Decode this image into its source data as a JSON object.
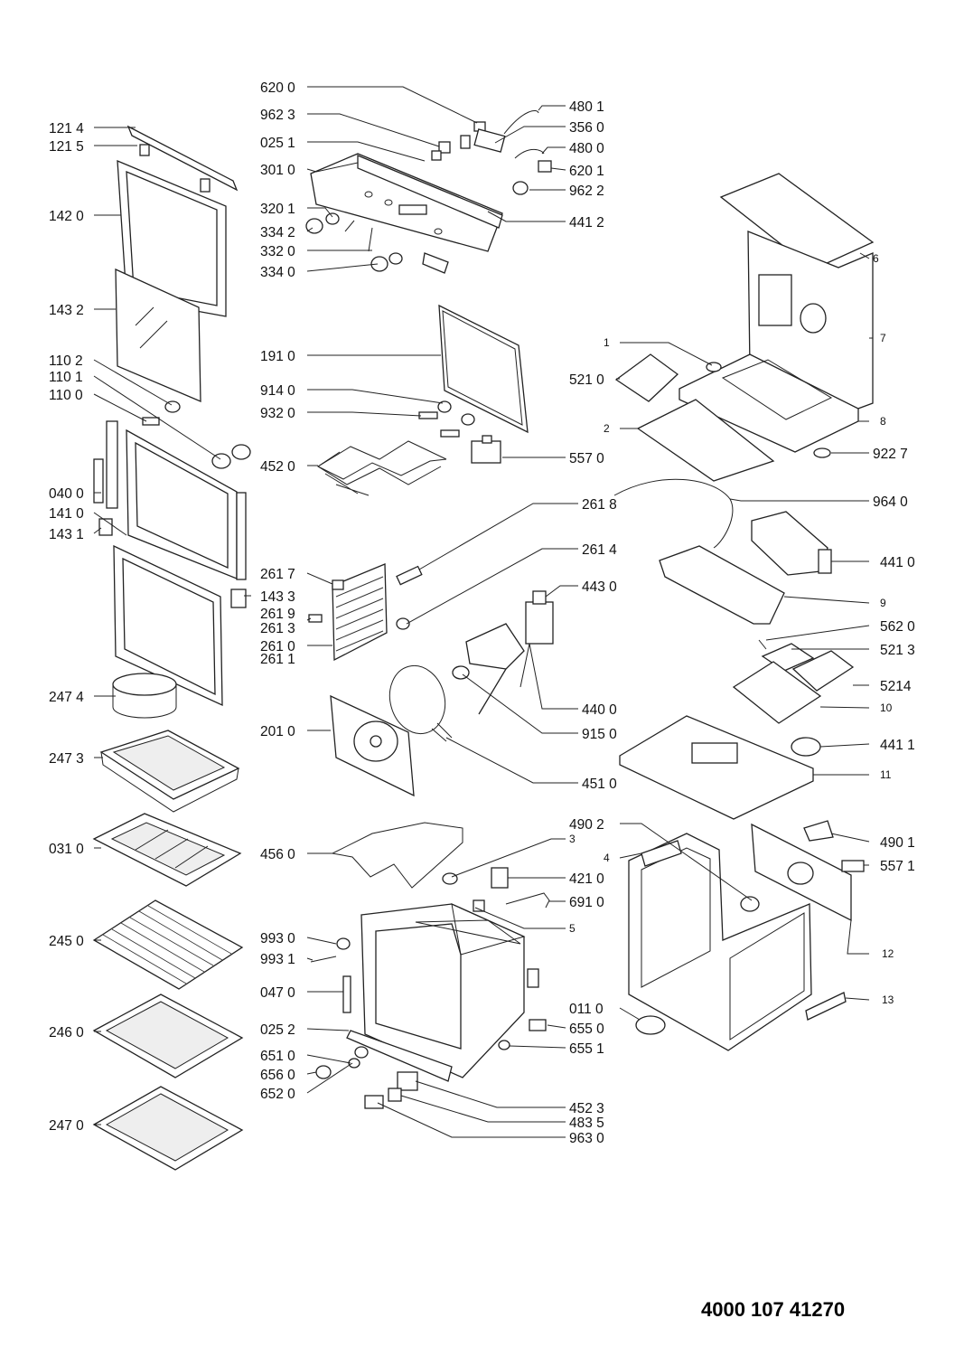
{
  "document_number": "4000 107 41270",
  "callouts": {
    "c1214": "121 4",
    "c1215": "121 5",
    "c1420": "142 0",
    "c1432": "143 2",
    "c1102": "110 2",
    "c1101": "110 1",
    "c1100": "110 0",
    "c0400": "040 0",
    "c1410": "141 0",
    "c1431": "143 1",
    "c2474": "247 4",
    "c2473": "247 3",
    "c0310": "031 0",
    "c2450": "245 0",
    "c2460": "246 0",
    "c2470": "247 0",
    "c6200": "620 0",
    "c9623": "962 3",
    "c0251": "025 1",
    "c3010": "301 0",
    "c3201": "320 1",
    "c3342": "334 2",
    "c3320": "332 0",
    "c3340": "334 0",
    "c4801": "480 1",
    "c3560": "356 0",
    "c4800": "480 0",
    "c6201": "620 1",
    "c9622": "962 2",
    "c4412": "441 2",
    "c1910": "191 0",
    "c9140": "914 0",
    "c9320": "932 0",
    "c4520": "452 0",
    "c5570": "557 0",
    "c2618": "261 8",
    "c2614": "261 4",
    "c4430": "443 0",
    "c2617": "261 7",
    "c2619": "261 9",
    "c2613": "261 3",
    "c2610": "261 0",
    "c2611": "261 1",
    "c1433": "143 3",
    "c4400": "440 0",
    "c9150": "915 0",
    "c2010": "201 0",
    "c4510": "451 0",
    "c4560": "456 0",
    "c3": "3",
    "c4210": "421 0",
    "c6910": "691 0",
    "c5": "5",
    "c9930": "993 0",
    "c9931": "993 1",
    "c0470": "047 0",
    "c0252": "025 2",
    "c6510": "651 0",
    "c6560": "656 0",
    "c6520": "652 0",
    "c0110": "011 0",
    "c6550": "655 0",
    "c6551": "655 1",
    "c4523": "452 3",
    "c4835": "483 5",
    "c9630": "963 0",
    "c6": "6",
    "c7": "7",
    "c1": "1",
    "c5210": "521 0",
    "c2": "2",
    "c8": "8",
    "c9227": "922 7",
    "c9640": "964 0",
    "c4410": "441 0",
    "c9": "9",
    "c5620": "562 0",
    "c5213": "521 3",
    "c5214": "5214",
    "c10": "10",
    "c4411": "441 1",
    "c11": "11",
    "c4902": "490 2",
    "c4": "4",
    "c4901": "490 1",
    "c5571": "557 1",
    "c12": "12",
    "c13": "13"
  }
}
